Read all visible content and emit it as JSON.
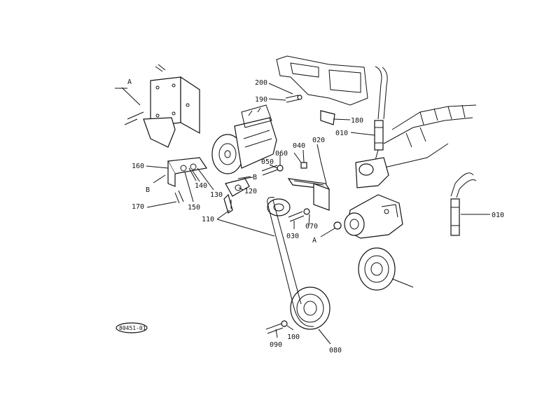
{
  "diagram": {
    "labels": {
      "p200": "200",
      "p190": "190",
      "p180": "180",
      "p010a": "010",
      "p010b": "010",
      "p020": "020",
      "p040": "040",
      "p060": "060",
      "p050": "050",
      "p160": "160",
      "p140": "140",
      "p150": "150",
      "p130": "130",
      "p120": "120",
      "p170": "170",
      "p110": "110",
      "p070": "070",
      "p030": "030",
      "p090": "090",
      "p100": "100",
      "p080": "080",
      "refA1": "A",
      "refA2": "A",
      "refB1": "B",
      "refB2": "B",
      "stamp": "80451-01"
    }
  }
}
